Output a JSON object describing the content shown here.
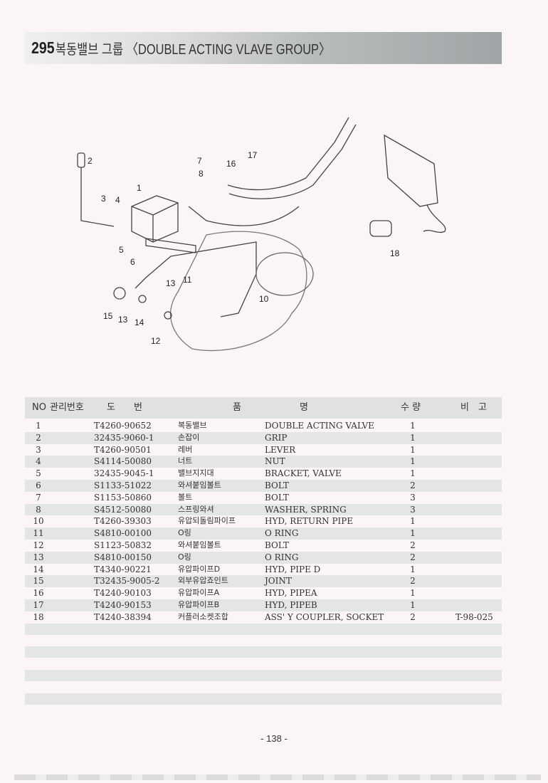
{
  "header": {
    "number": "295",
    "title": "복동밸브 그룹 〈DOUBLE ACTING VLAVE GROUP〉"
  },
  "diagram": {
    "callouts": [
      "1",
      "2",
      "3",
      "4",
      "5",
      "6",
      "7",
      "8",
      "10",
      "11",
      "12",
      "13",
      "13",
      "14",
      "15",
      "16",
      "17",
      "18"
    ]
  },
  "table": {
    "headers": {
      "no": "NO",
      "mgmt": "관리번호",
      "drawing": "도　　번",
      "name_a": "품",
      "name_b": "명",
      "qty": "수 량",
      "remark": "비　고"
    },
    "rows": [
      {
        "no": "1",
        "part": "T4260-90652",
        "kr": "복동밸브",
        "en": "DOUBLE ACTING VALVE",
        "qty": "1",
        "remark": ""
      },
      {
        "no": "2",
        "part": "32435-9060-1",
        "kr": "손잡이",
        "en": "GRIP",
        "qty": "1",
        "remark": ""
      },
      {
        "no": "3",
        "part": "T4260-90501",
        "kr": "레버",
        "en": "LEVER",
        "qty": "1",
        "remark": ""
      },
      {
        "no": "4",
        "part": "S4114-50080",
        "kr": "너트",
        "en": "NUT",
        "qty": "1",
        "remark": ""
      },
      {
        "no": "5",
        "part": "32435-9045-1",
        "kr": "밸브지지대",
        "en": "BRACKET, VALVE",
        "qty": "1",
        "remark": ""
      },
      {
        "no": "6",
        "part": "S1133-51022",
        "kr": "와셔붙임볼트",
        "en": "BOLT",
        "qty": "2",
        "remark": ""
      },
      {
        "no": "7",
        "part": "S1153-50860",
        "kr": "볼트",
        "en": "BOLT",
        "qty": "3",
        "remark": ""
      },
      {
        "no": "8",
        "part": "S4512-50080",
        "kr": "스프링와셔",
        "en": "WASHER, SPRING",
        "qty": "3",
        "remark": ""
      },
      {
        "no": "10",
        "part": "T4260-39303",
        "kr": "유압되돌림파이프",
        "en": "HYD, RETURN PIPE",
        "qty": "1",
        "remark": ""
      },
      {
        "no": "11",
        "part": "S4810-00100",
        "kr": "O링",
        "en": "O RING",
        "qty": "1",
        "remark": ""
      },
      {
        "no": "12",
        "part": "S1123-50832",
        "kr": "와셔붙임볼트",
        "en": "BOLT",
        "qty": "2",
        "remark": ""
      },
      {
        "no": "13",
        "part": "S4810-00150",
        "kr": "O링",
        "en": "O RING",
        "qty": "2",
        "remark": ""
      },
      {
        "no": "14",
        "part": "T4340-90221",
        "kr": "유압파이프D",
        "en": "HYD, PIPE D",
        "qty": "1",
        "remark": ""
      },
      {
        "no": "15",
        "part": "T32435-9005-2",
        "kr": "외부유압죠인트",
        "en": "JOINT",
        "qty": "2",
        "remark": ""
      },
      {
        "no": "16",
        "part": "T4240-90103",
        "kr": "유압파이프A",
        "en": "HYD, PIPEA",
        "qty": "1",
        "remark": ""
      },
      {
        "no": "17",
        "part": "T4240-90153",
        "kr": "유압파이프B",
        "en": "HYD, PIPEB",
        "qty": "1",
        "remark": ""
      },
      {
        "no": "18",
        "part": "T4240-38394",
        "kr": "커플러소켓조합",
        "en": "ASS' Y COUPLER, SOCKET",
        "qty": "2",
        "remark": "T-98-025"
      }
    ]
  },
  "page_number": "- 138 -"
}
